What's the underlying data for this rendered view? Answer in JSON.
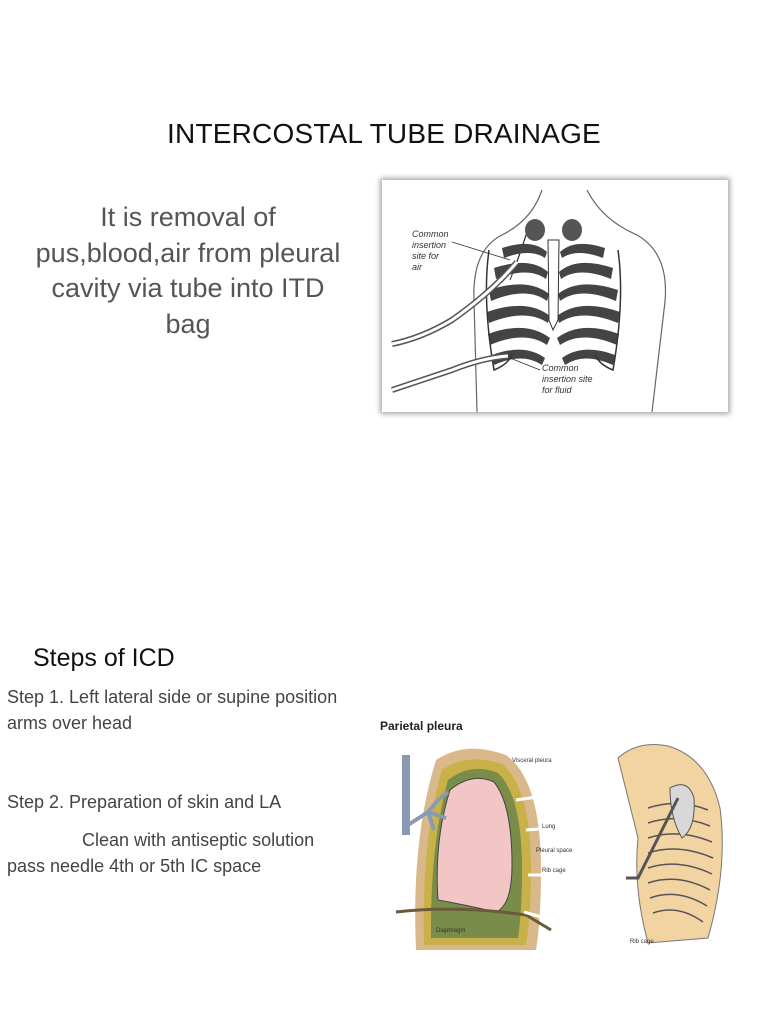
{
  "slide": {
    "title": "INTERCOSTAL TUBE DRAINAGE",
    "definition": "It is removal of pus,blood,air from pleural cavity via tube into ITD bag"
  },
  "figure_chest": {
    "label_air": [
      "Common",
      "insertion",
      "site for",
      "air"
    ],
    "label_fluid": [
      "Common",
      "insertion site",
      "for fluid"
    ]
  },
  "steps": {
    "heading": "Steps of ICD",
    "step1": "Step 1. Left lateral side or supine position arms over head",
    "step2": "Step 2. Preparation of skin and LA",
    "step2_detail_line1": "Clean with antiseptic solution",
    "step2_detail_line2": "pass needle 4th or 5th IC space"
  },
  "figure_pleura": {
    "title": "Parietal pleura",
    "labels": [
      "Visceral pleura",
      "Lung",
      "Pleural space",
      "Rib cage",
      "Diaphragm"
    ]
  },
  "figure_ribcage": {
    "label": "Rib cage"
  }
}
